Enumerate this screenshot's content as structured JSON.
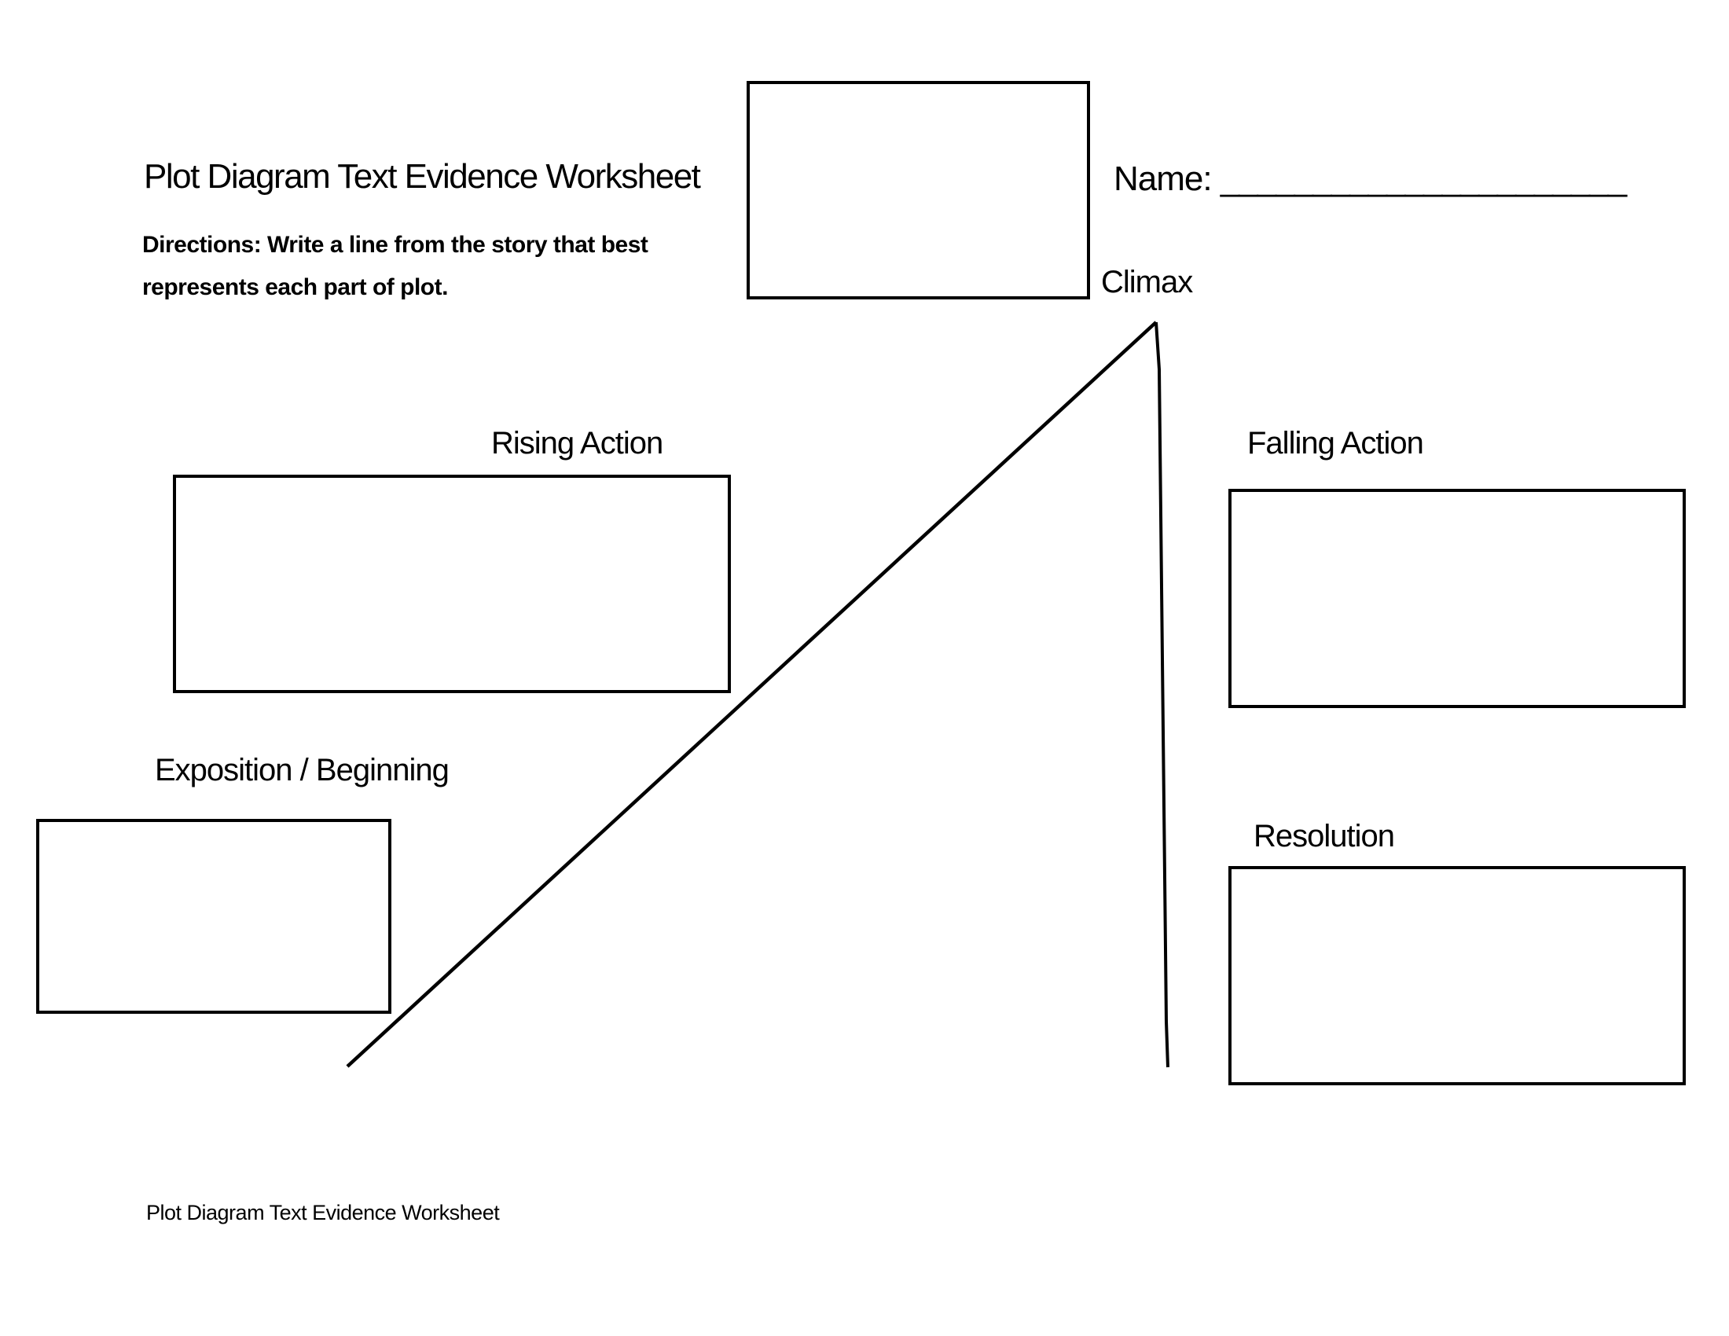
{
  "header": {
    "title": "Plot Diagram Text Evidence Worksheet",
    "directions": [
      "Directions: Write a line from the story that best",
      "represents each part of plot."
    ],
    "name_label": "Name:",
    "name_blank": "______________________"
  },
  "diagram": {
    "labels": {
      "climax": "Climax",
      "rising_action": "Rising Action",
      "falling_action": "Falling Action",
      "exposition": "Exposition / Beginning",
      "resolution": "Resolution"
    }
  },
  "footer": {
    "text": "Plot Diagram Text Evidence Worksheet"
  },
  "colors": {
    "ink": "#000000",
    "paper": "#ffffff"
  }
}
